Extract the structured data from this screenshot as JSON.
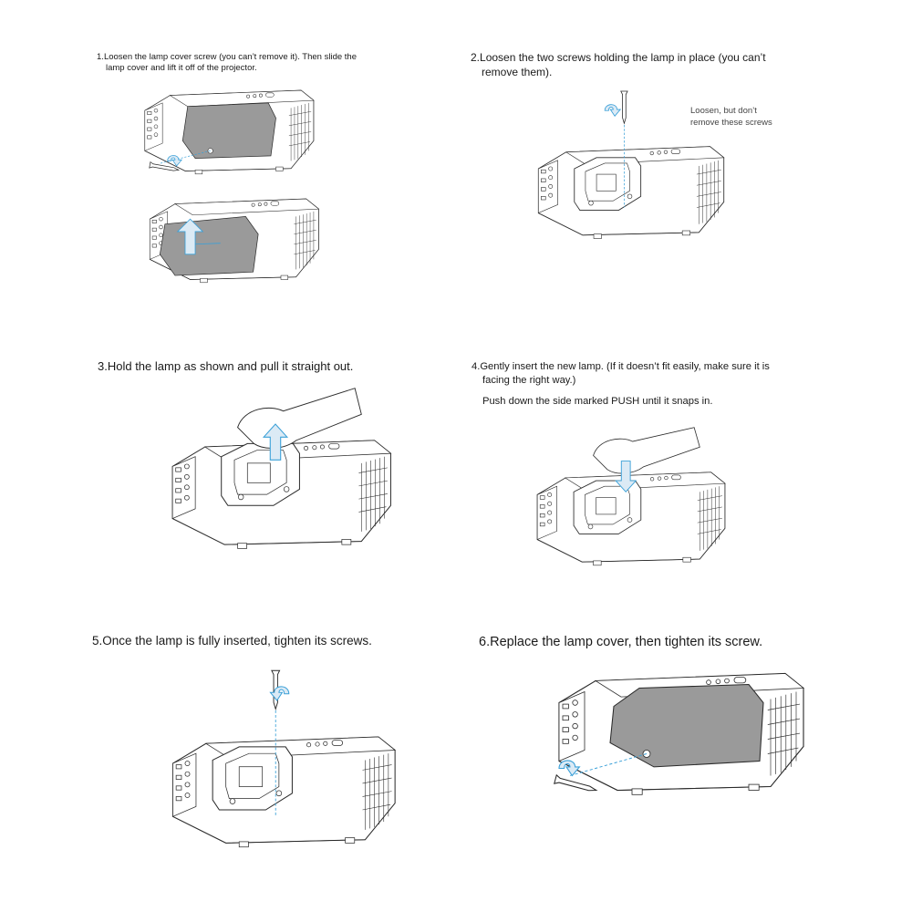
{
  "steps": [
    {
      "number": "1.",
      "lines": [
        "Loosen the lamp cover screw (you can’t remove it). Then slide the",
        "lamp cover and lift it off of the projector."
      ]
    },
    {
      "number": "2.",
      "lines": [
        "Loosen the two screws holding the lamp in place (you can’t",
        "remove them)."
      ],
      "note_lines": [
        "Loosen, but don’t",
        "remove these screws"
      ]
    },
    {
      "number": "3.",
      "lines": [
        "Hold the lamp as shown and pull it straight out."
      ]
    },
    {
      "number": "4.",
      "lines": [
        "Gently insert the new lamp. (If it doesn’t fit easily, make sure it is",
        "facing the right way.)"
      ],
      "extra_line": "Push down the side marked PUSH until it snaps in."
    },
    {
      "number": "5.",
      "lines": [
        "Once the lamp is fully inserted, tighten its screws."
      ]
    },
    {
      "number": "6.",
      "lines": [
        "Replace the lamp cover, then tighten its screw."
      ]
    }
  ],
  "colors": {
    "line": "#2a2a2a",
    "cover_fill": "#9a9a9a",
    "guide": "#3aa0d8",
    "arrow_fill": "#dbeaf5"
  }
}
